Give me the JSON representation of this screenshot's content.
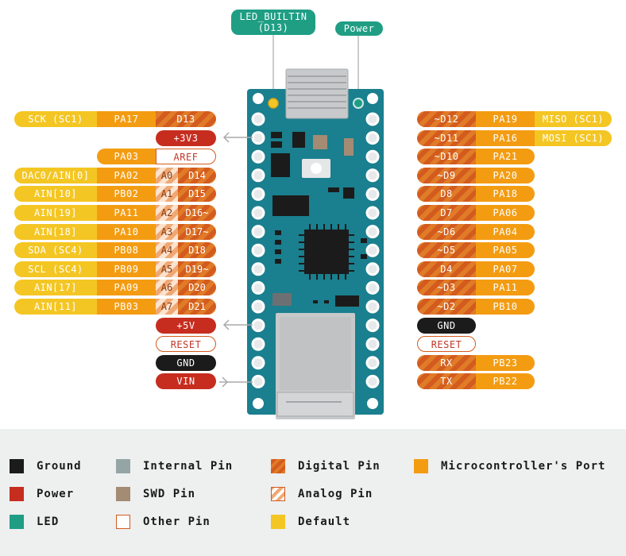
{
  "top_labels": {
    "led_builtin_line1": "LED_BUILTIN",
    "led_builtin_line2": "(D13)",
    "power": "Power"
  },
  "left_pins": [
    {
      "default": "SCK (SC1)",
      "port": "PA17",
      "digital": "D13"
    },
    {
      "power": "+3V3"
    },
    {
      "port": "PA03",
      "other": "AREF"
    },
    {
      "default": "DAC0/AIN[0]",
      "port": "PA02",
      "analog": "A0",
      "digital": "D14"
    },
    {
      "default": "AIN[10]",
      "port": "PB02",
      "analog": "A1",
      "digital": "D15"
    },
    {
      "default": "AIN[19]",
      "port": "PA11",
      "analog": "A2",
      "digital": "D16~"
    },
    {
      "default": "AIN[18]",
      "port": "PA10",
      "analog": "A3",
      "digital": "D17~"
    },
    {
      "default": "SDA (SC4)",
      "port": "PB08",
      "analog": "A4",
      "digital": "D18"
    },
    {
      "default": "SCL (SC4)",
      "port": "PB09",
      "analog": "A5",
      "digital": "D19~"
    },
    {
      "default": "AIN[17]",
      "port": "PA09",
      "analog": "A6",
      "digital": "D20"
    },
    {
      "default": "AIN[11]",
      "port": "PB03",
      "analog": "A7",
      "digital": "D21"
    },
    {
      "power": "+5V"
    },
    {
      "other": "RESET"
    },
    {
      "ground": "GND"
    },
    {
      "power": "VIN"
    }
  ],
  "right_pins": [
    {
      "digital": "~D12",
      "port": "PA19",
      "default": "MISO (SC1)"
    },
    {
      "digital": "~D11",
      "port": "PA16",
      "default": "MOSI (SC1)"
    },
    {
      "digital": "~D10",
      "port": "PA21"
    },
    {
      "digital": "~D9",
      "port": "PA20"
    },
    {
      "digital": "D8",
      "port": "PA18"
    },
    {
      "digital": "D7",
      "port": "PA06"
    },
    {
      "digital": "~D6",
      "port": "PA04"
    },
    {
      "digital": "~D5",
      "port": "PA05"
    },
    {
      "digital": "D4",
      "port": "PA07"
    },
    {
      "digital": "~D3",
      "port": "PA11"
    },
    {
      "digital": "~D2",
      "port": "PB10"
    },
    {
      "ground": "GND"
    },
    {
      "other": "RESET"
    },
    {
      "digital": "RX",
      "port": "PB23"
    },
    {
      "digital": "TX",
      "port": "PB22"
    }
  ],
  "legend": {
    "ground": "Ground",
    "power": "Power",
    "led": "LED",
    "internal": "Internal Pin",
    "swd": "SWD Pin",
    "other": "Other Pin",
    "digital": "Digital Pin",
    "analog": "Analog Pin",
    "default": "Default",
    "port": "Microcontroller's Port"
  },
  "colors": {
    "board": "#1a7f8e",
    "ground": "#1b1b1b",
    "power": "#c62d1f",
    "led": "#1f9e84",
    "default": "#f4c624",
    "port": "#f39c12",
    "digital": "#e07b28"
  }
}
